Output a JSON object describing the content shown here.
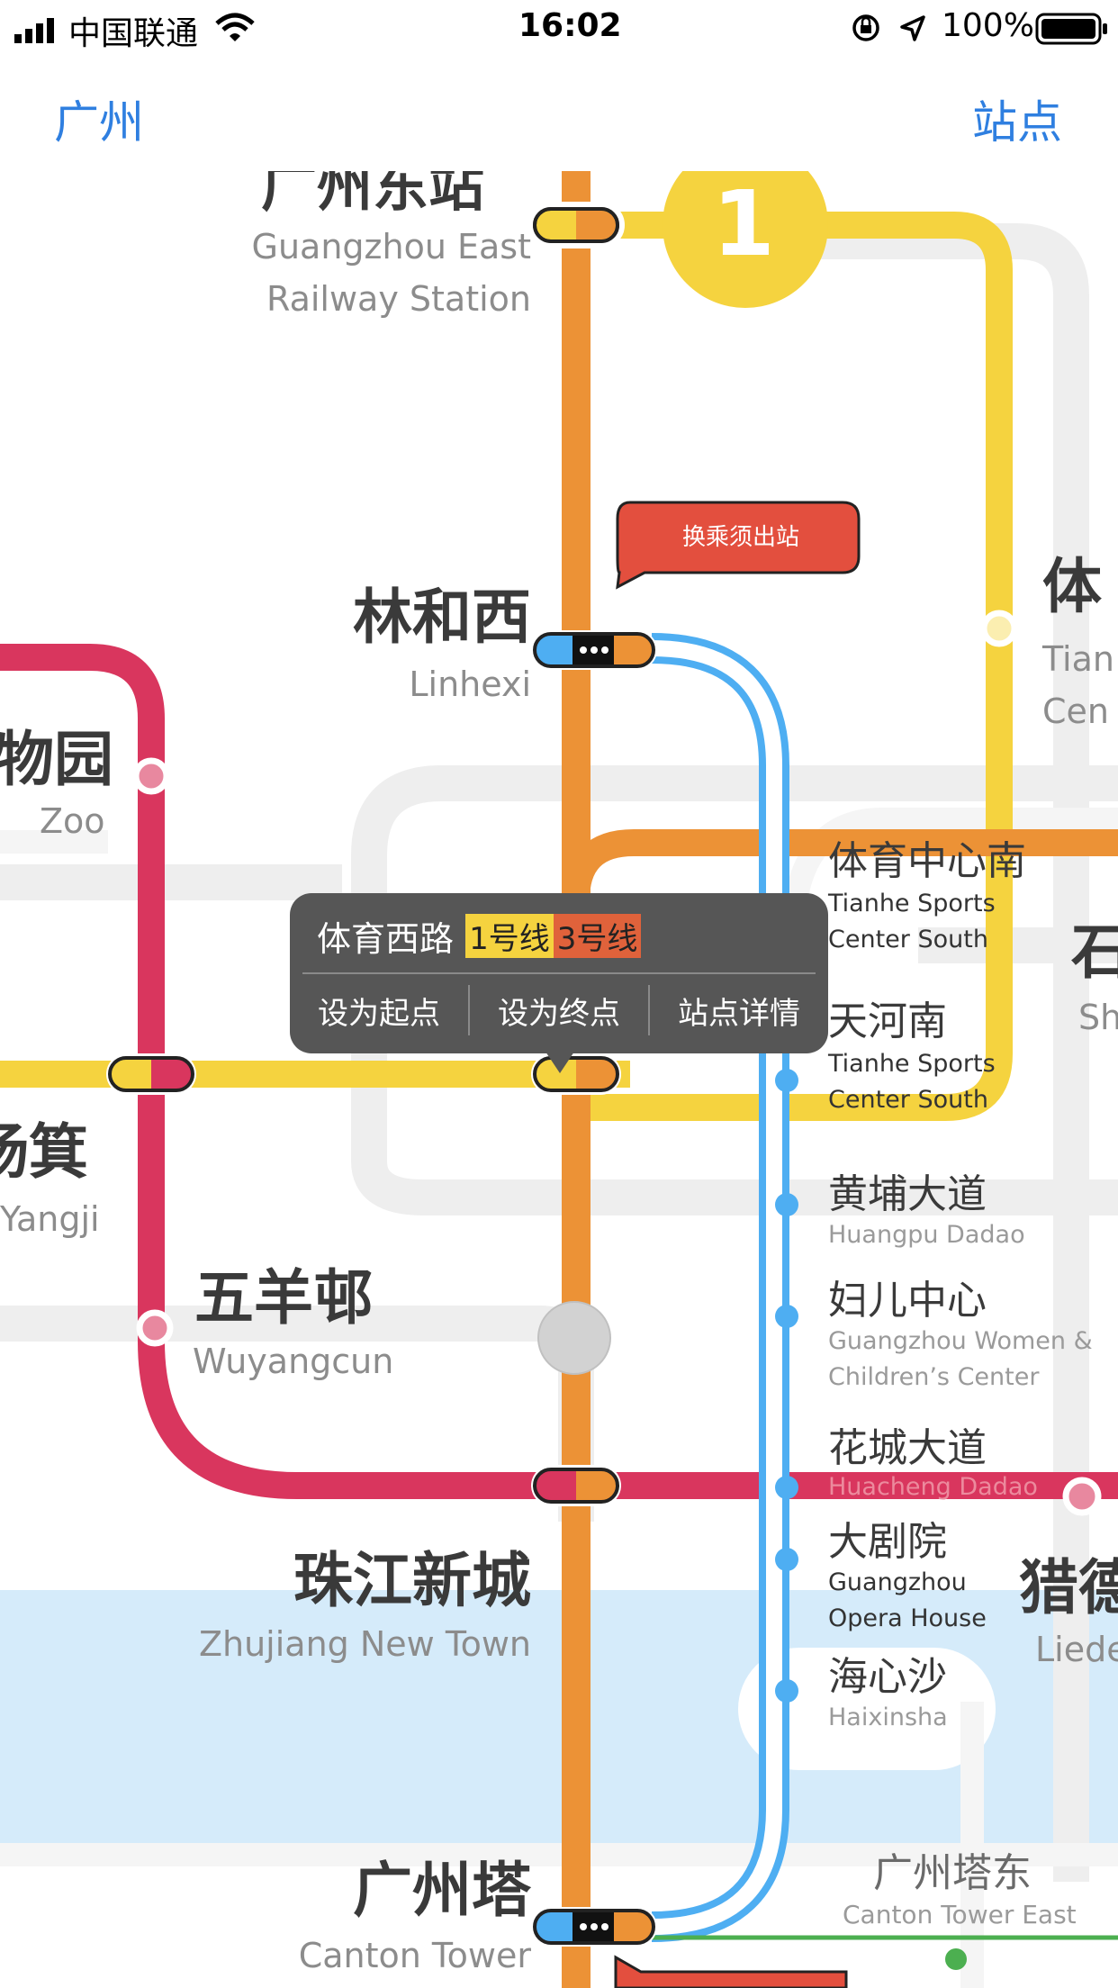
{
  "status_bar": {
    "carrier": "中国联通",
    "time": "16:02",
    "battery": "100%"
  },
  "nav": {
    "left_label": "广州",
    "right_label": "站点"
  },
  "callout": {
    "text": "换乘须出站"
  },
  "popup": {
    "station": "体育西路",
    "lines": [
      {
        "label": "1号线",
        "color": "#f5d33f",
        "text_color": "#222222"
      },
      {
        "label": "3号线",
        "color": "#e0623b",
        "text_color": "#222222"
      }
    ],
    "actions": {
      "set_start": "设为起点",
      "set_end": "设为终点",
      "details": "站点详情"
    }
  },
  "line_badge": "1",
  "colors": {
    "line1": "#f5d33f",
    "line3": "#ec9236",
    "line5": "#d9365e",
    "apm": "#4eaef2",
    "river": "#d5ebfa",
    "callout": "#e34f3e",
    "popup_bg": "#565656",
    "accent": "#2f7fe0"
  },
  "stations": {
    "gz_east": {
      "en1": "Guangzhou East",
      "en2": "Railway Station"
    },
    "linhexi": {
      "zh": "林和西",
      "en": "Linhexi"
    },
    "zoo": {
      "zh": "物园",
      "en": "Zoo"
    },
    "tianhe_top": {
      "zh": "体",
      "en1": "Tian",
      "en2": "Cen"
    },
    "tyzxn": {
      "zh": "体育中心南",
      "en1": "Tianhe Sports",
      "en2": "Center South"
    },
    "shi": {
      "zh": "石",
      "en": "Sh"
    },
    "tianhenan": {
      "zh": "天河南",
      "en1": "Tianhe Sports",
      "en2": "Center South"
    },
    "huangpu": {
      "zh": "黄埔大道",
      "en": "Huangpu Dadao"
    },
    "funu": {
      "zh": "妇儿中心",
      "en1": "Guangzhou Women &",
      "en2": "Children’s Center"
    },
    "huacheng": {
      "zh": "花城大道",
      "en": "Huacheng Dadao"
    },
    "daju": {
      "zh": "大剧院",
      "en1": "Guangzhou",
      "en2": "Opera House"
    },
    "haixinsha": {
      "zh": "海心沙",
      "en": "Haixinsha"
    },
    "yangji": {
      "zh": "杨箕",
      "en": "Yangji"
    },
    "wuyang": {
      "zh": "五羊邨",
      "en": "Wuyangcun"
    },
    "zhujiang": {
      "zh": "珠江新城",
      "en": "Zhujiang New Town"
    },
    "liede": {
      "zh": "猎德",
      "en": "Liede"
    },
    "gzta": {
      "zh": "广州塔",
      "en": "Canton Tower"
    },
    "gztd": {
      "zh": "广州塔东",
      "en": "Canton Tower East"
    }
  }
}
